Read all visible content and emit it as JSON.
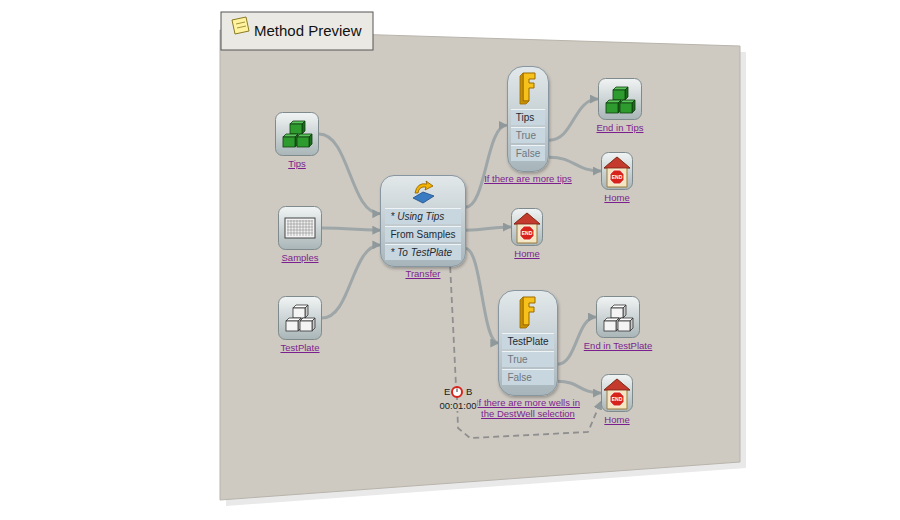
{
  "diagram": {
    "title": "Method Preview",
    "nodes": [
      {
        "text": [
          "Tips"
        ]
      },
      {
        "text": [
          "Samples"
        ]
      },
      {
        "text": [
          "TestPlate"
        ]
      },
      {
        "text": [
          "* Using Tips",
          "From Samples",
          "* To TestPlate",
          "Transfer"
        ]
      },
      {
        "text": [
          "Tips",
          "True",
          "False",
          "If there are more tips"
        ]
      },
      {
        "text": [
          "End in Tips"
        ]
      },
      {
        "text": [
          "END",
          "Home"
        ]
      },
      {
        "text": [
          "END",
          "Home"
        ]
      },
      {
        "text": [
          "TestPlate",
          "True",
          "False",
          "If there are more wells in the DestWell selection"
        ]
      },
      {
        "text": [
          "End in TestPlate"
        ]
      },
      {
        "text": [
          "END",
          "Home"
        ]
      }
    ],
    "edges": [
      {
        "from": 0,
        "to": 3,
        "arrow": "to"
      },
      {
        "from": 1,
        "to": 3,
        "arrow": "to"
      },
      {
        "from": 2,
        "to": 3,
        "arrow": "to"
      },
      {
        "from": 3,
        "to": 4,
        "arrow": "to"
      },
      {
        "from": 3,
        "to": 7,
        "arrow": "to"
      },
      {
        "from": 3,
        "to": 8,
        "arrow": "to"
      },
      {
        "from": 4,
        "to": 5,
        "arrow": "to"
      },
      {
        "from": 4,
        "to": 6,
        "arrow": "to"
      },
      {
        "from": 8,
        "to": 9,
        "arrow": "to"
      },
      {
        "from": 8,
        "to": 10,
        "arrow": "to"
      },
      {
        "from": 3,
        "to": 10,
        "arrow": "to"
      }
    ],
    "labels": [
      "E",
      "B",
      "00:01:00"
    ]
  }
}
